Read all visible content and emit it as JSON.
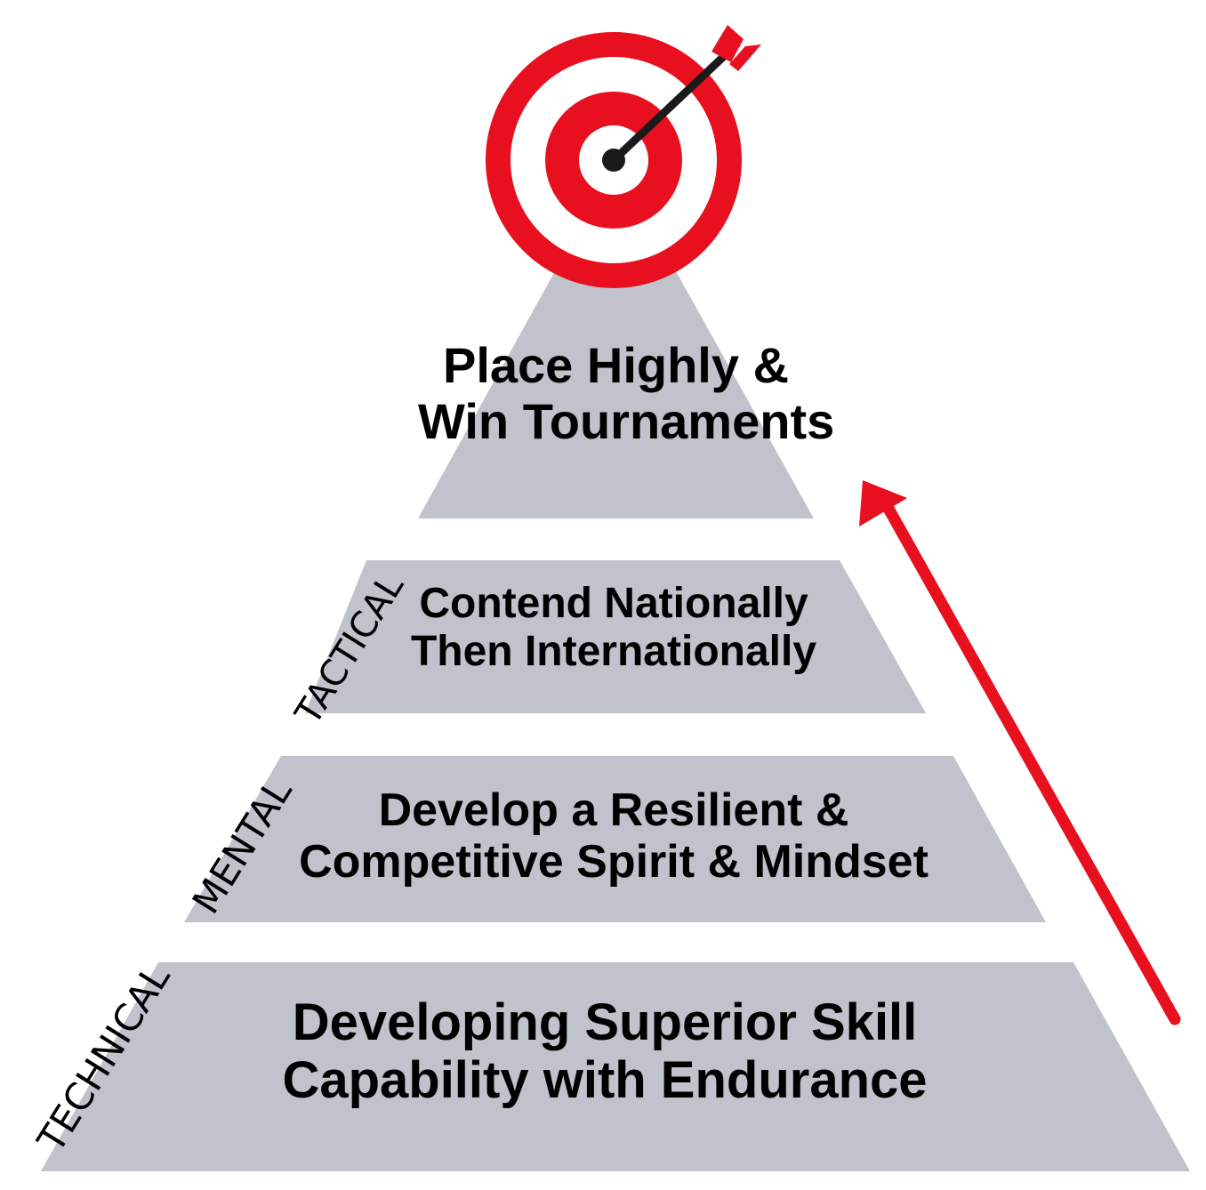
{
  "pyramid": {
    "top": {
      "line1": "Place Highly &",
      "line2": "Win Tournaments"
    },
    "tier2": {
      "line1": "Contend Nationally",
      "line2": "Then Internationally"
    },
    "tier3": {
      "line1": "Develop a Resilient &",
      "line2": "Competitive Spirit & Mindset"
    },
    "tier4": {
      "line1": "Developing Superior Skill",
      "line2": "Capability with Endurance"
    }
  },
  "side_labels": {
    "tactical": "TACTICAL",
    "mental": "MENTAL",
    "technical": "TECHNICAL"
  },
  "icons": {
    "target": "target-icon",
    "dart": "dart-arrow-icon",
    "progress_arrow": "progress-arrow-icon"
  },
  "colors": {
    "tier_fill": "#c0c3cc",
    "accent_red": "#e8101e",
    "text": "#000000"
  }
}
